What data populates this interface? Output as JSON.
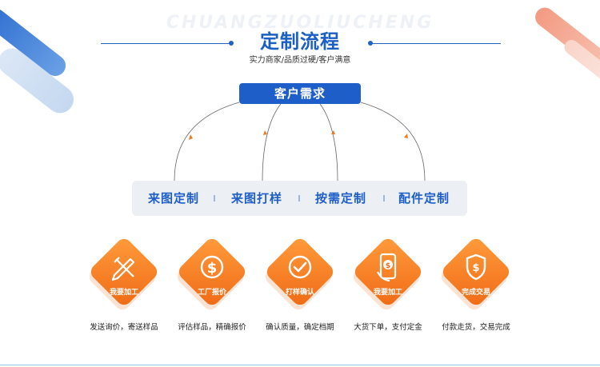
{
  "header": {
    "watermark": "CHUANGZUOLIUCHENG",
    "title": "定制流程",
    "subtitle": "实力商家/品质过硬/客户满意"
  },
  "root": {
    "label": "客户需求"
  },
  "options": [
    "来图定制",
    "来图打样",
    "按需定制",
    "配件定制"
  ],
  "steps": [
    {
      "icon": "pencil-ruler-icon",
      "label": "我要加工",
      "desc": "发送询价，寄送样品"
    },
    {
      "icon": "dollar-coin-icon",
      "label": "工厂报价",
      "desc": "评估样品，精确报价"
    },
    {
      "icon": "checkmark-circle-icon",
      "label": "打样确认",
      "desc": "确认质量，确定档期"
    },
    {
      "icon": "phone-money-hand-icon",
      "label": "我要加工",
      "desc": "大货下单，支付定金"
    },
    {
      "icon": "shield-dollar-icon",
      "label": "完成交易",
      "desc": "付款走货，交易完成"
    }
  ],
  "colors": {
    "primary": "#1d5ec9",
    "accent": "#f06a16",
    "accent_light": "#ff9c3c",
    "panel": "#eceff3"
  }
}
